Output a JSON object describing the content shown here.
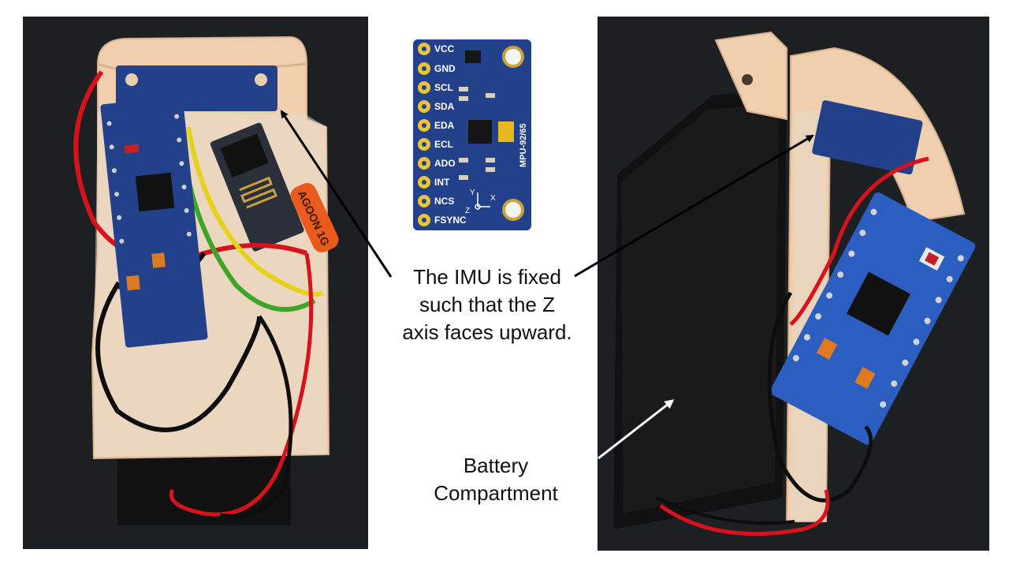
{
  "captions": {
    "imu_line1": "The IMU is fixed",
    "imu_line2": "such that the Z",
    "imu_line3": "axis faces upward.",
    "battery_line1": "Battery",
    "battery_line2": "Compartment"
  },
  "imu_board": {
    "pins": [
      "VCC",
      "GND",
      "SCL",
      "SDA",
      "EDA",
      "ECL",
      "ADO",
      "INT",
      "NCS",
      "FSYNC"
    ],
    "model": "MPU-92/65",
    "axis_labels": [
      "Y",
      "X",
      "Z"
    ]
  },
  "left_photo": {
    "component_text": "AGOON 1G"
  },
  "colors": {
    "pcb_blue": "#23408a",
    "plastic": "#efcfae",
    "background_dark": "#1d2023",
    "wire_red": "#d8121d",
    "wire_yellow": "#e7d21a",
    "wire_green": "#3ca52a",
    "wire_black": "#0d0d0d",
    "pad_gold": "#e8c33b",
    "arrow_black": "#000000",
    "arrow_white": "#ffffff"
  }
}
